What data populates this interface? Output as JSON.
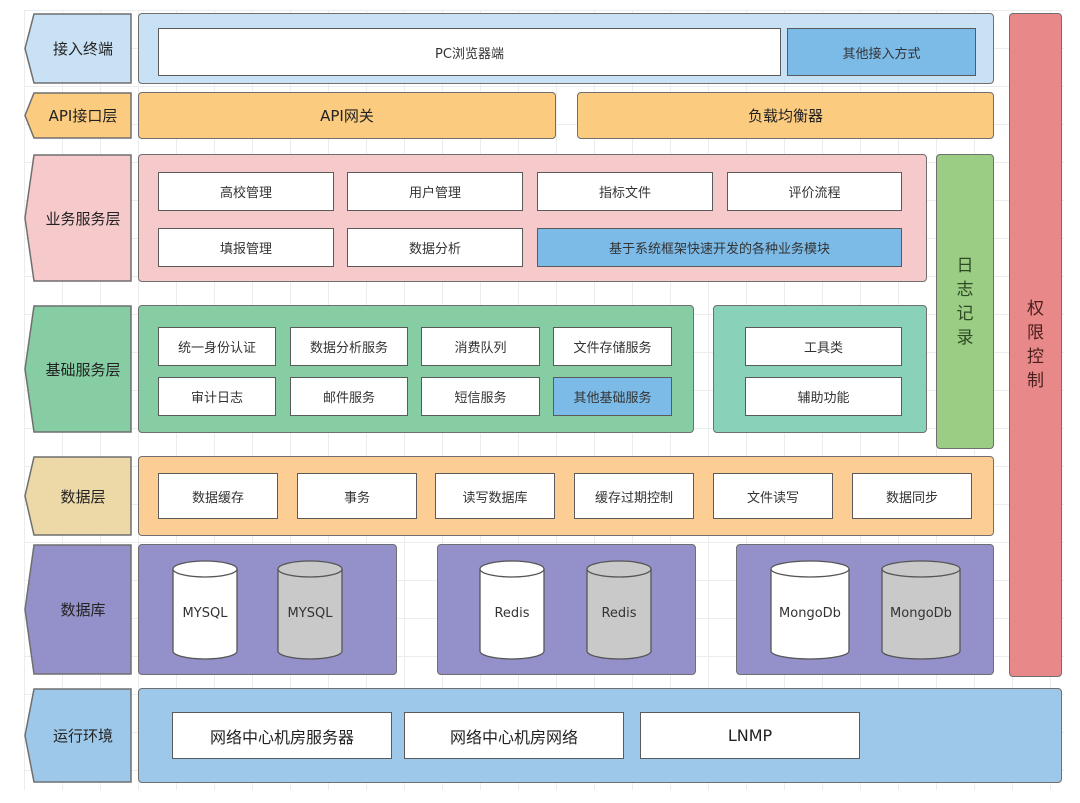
{
  "colors": {
    "access": "#c9e1f4",
    "api": "#fbcb7f",
    "business": "#f6cacb",
    "base": "#86cda3",
    "base_tools": "#8ad1b9",
    "data_layer": "#fcce96",
    "data_tag": "#edd9a8",
    "database": "#9490c9",
    "runtime": "#9ec8ea",
    "log": "#9ccd84",
    "permission": "#e88888",
    "highlight": "#7cbbe8",
    "cyl_white": "#ffffff",
    "cyl_gray": "#c9c9c9"
  },
  "layers": {
    "access": {
      "label": "接入终端",
      "items": [
        "PC浏览器端",
        "其他接入方式"
      ]
    },
    "api": {
      "label": "API接口层",
      "items": [
        "API网关",
        "负载均衡器"
      ]
    },
    "business": {
      "label": "业务服务层",
      "items": [
        "高校管理",
        "用户管理",
        "指标文件",
        "评价流程",
        "填报管理",
        "数据分析",
        "基于系统框架快速开发的各种业务模块"
      ]
    },
    "base": {
      "label": "基础服务层",
      "items": [
        "统一身份认证",
        "数据分析服务",
        "消费队列",
        "文件存储服务",
        "审计日志",
        "邮件服务",
        "短信服务",
        "其他基础服务"
      ],
      "tools": [
        "工具类",
        "辅助功能"
      ]
    },
    "data": {
      "label": "数据层",
      "items": [
        "数据缓存",
        "事务",
        "读写数据库",
        "缓存过期控制",
        "文件读写",
        "数据同步"
      ]
    },
    "database": {
      "label": "数据库",
      "groups": [
        {
          "primary": "MYSQL",
          "replica": "MYSQL"
        },
        {
          "primary": "Redis",
          "replica": "Redis"
        },
        {
          "primary": "MongoDb",
          "replica": "MongoDb"
        }
      ]
    },
    "runtime": {
      "label": "运行环境",
      "items": [
        "网络中心机房服务器",
        "网络中心机房网络",
        "LNMP"
      ]
    }
  },
  "side": {
    "log": [
      "日",
      "志",
      "记",
      "录"
    ],
    "permission": [
      "权",
      "限",
      "控",
      "制"
    ]
  }
}
